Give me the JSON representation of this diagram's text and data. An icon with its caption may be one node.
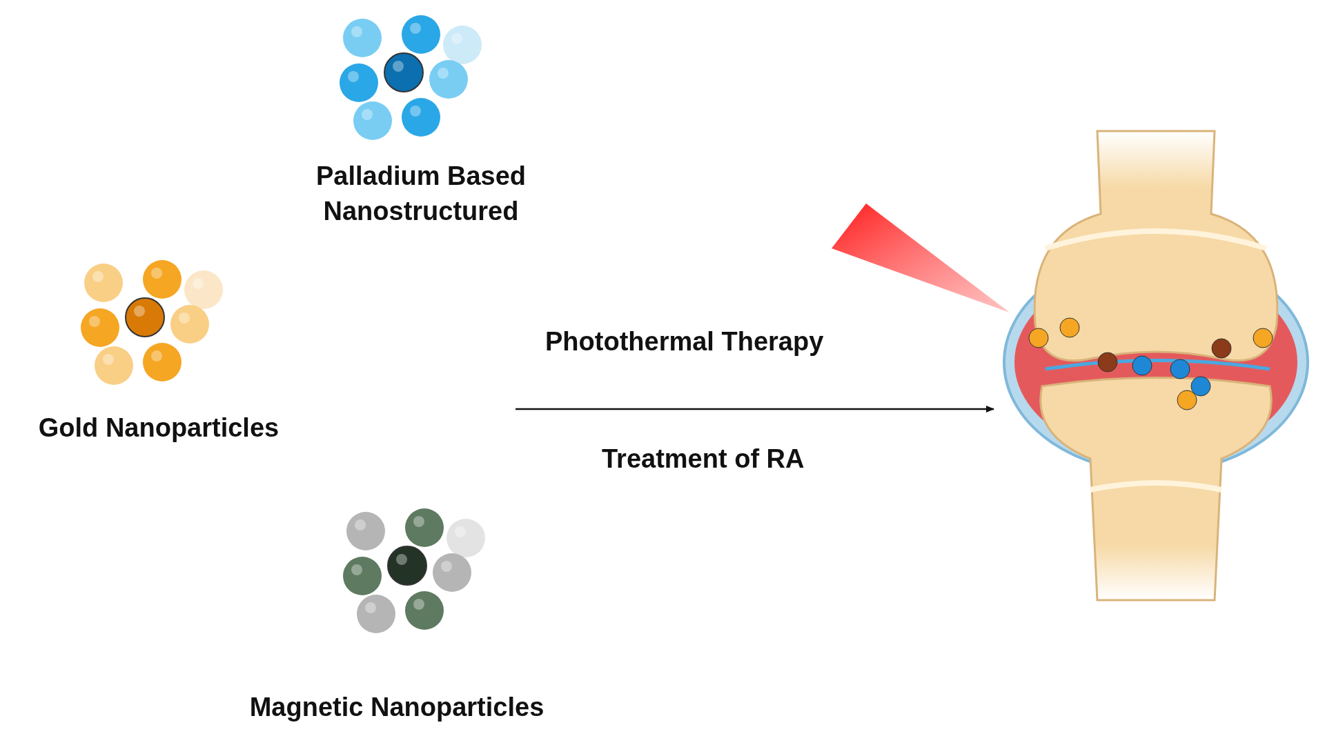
{
  "diagram": {
    "nodes": [
      {
        "text": [
          "Palladium Based Nanostructured"
        ]
      },
      {
        "text": [
          "Gold Nanoparticles"
        ]
      },
      {
        "text": [
          "Magnetic Nanoparticles"
        ]
      },
      {
        "text": [],
        "shape": "picture"
      }
    ],
    "edges": [
      {
        "from": null,
        "to": 3,
        "arrow": "to"
      }
    ],
    "labels": [
      "Photothermal Therapy",
      "Treatment of RA"
    ]
  }
}
